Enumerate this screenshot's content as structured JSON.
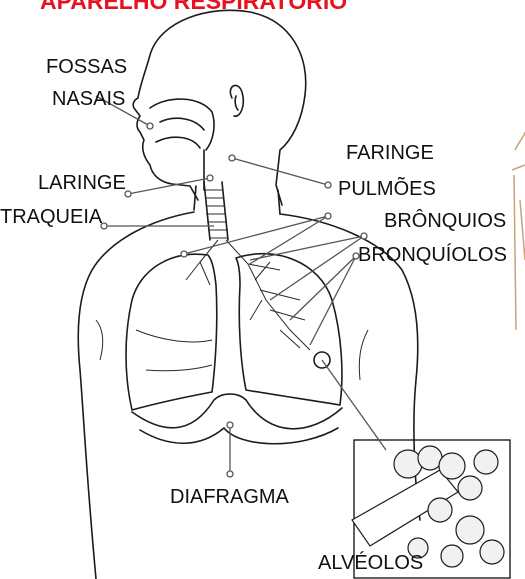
{
  "title": "APARELHO RESPIRATÓRIO",
  "labels": {
    "fossas_nasais_1": "FOSSAS",
    "fossas_nasais_2": "NASAIS",
    "faringe": "FARINGE",
    "laringe": "LARINGE",
    "traqueia": "TRAQUEIA",
    "pulmoes": "PULMÕES",
    "bronquios": "BRÔNQUIOS",
    "bronquiolos": "BRONQUÍOLOS",
    "diafragma": "DIAFRAGMA",
    "alveolos": "ALVÉOLOS"
  },
  "colors": {
    "title": "#e8111e",
    "text": "#111111",
    "line": "#1c1c1c"
  }
}
